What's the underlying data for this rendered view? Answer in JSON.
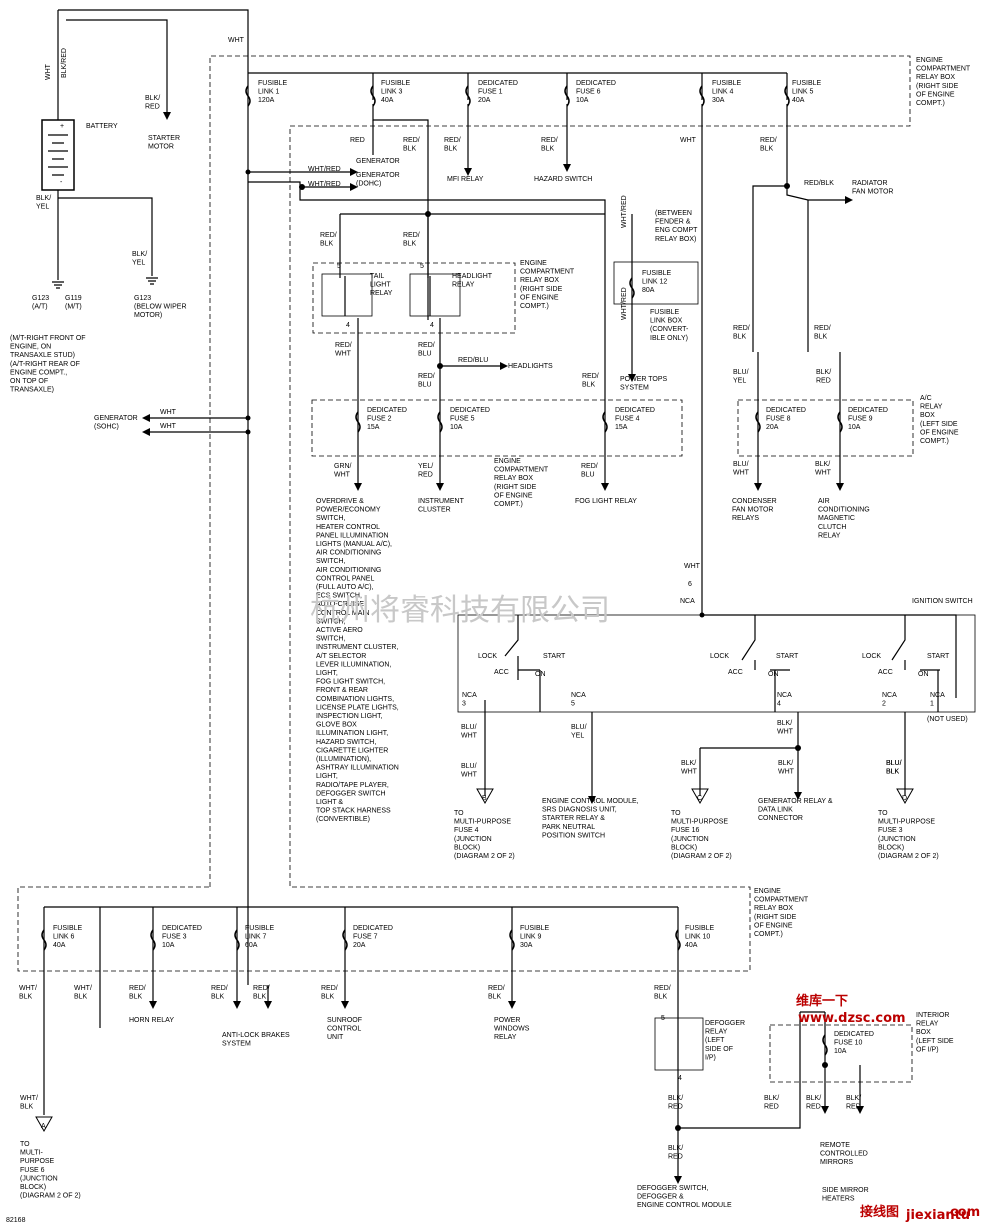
{
  "labels": {
    "wht_top": "WHT",
    "wht_left": "WHT",
    "blk_red_top": "BLK/RED",
    "battery": "BATTERY",
    "plus": "+",
    "minus": "-",
    "blk_red_starter": "BLK/\nRED",
    "starter_motor": "STARTER\nMOTOR",
    "blk_yel_batt": "BLK/\nYEL",
    "blk_yel_g123": "BLK/\nYEL",
    "g123_at": "G123\n(A/T)",
    "g119_mt": "G119\n(M/T)",
    "g123_below": "G123\n(BELOW WIPER\nMOTOR)",
    "ground_note": "(M/T-RIGHT FRONT OF\nENGINE, ON\nTRANSAXLE STUD)\n(A/T-RIGHT REAR OF\nENGINE COMPT.,\nON TOP OF\nTRANSAXLE)",
    "generator_sohc": "GENERATOR\n(SOHC)",
    "wht_gen1": "WHT",
    "wht_gen2": "WHT",
    "fusible_link1": "FUSIBLE\nLINK 1\n120A",
    "fusible_link3": "FUSIBLE\nLINK 3\n40A",
    "dedicated_fuse1": "DEDICATED\nFUSE 1\n20A",
    "dedicated_fuse6": "DEDICATED\nFUSE 6\n10A",
    "fusible_link4": "FUSIBLE\nLINK 4\n30A",
    "fusible_link5": "FUSIBLE\nLINK 5\n40A",
    "ecrb_top": "ENGINE\nCOMPARTMENT\nRELAY BOX\n(RIGHT SIDE\nOF ENGINE\nCOMPT.)",
    "red_gen": "RED",
    "red_blk_gen": "RED/\nBLK",
    "red_blk_mfi": "RED/\nBLK",
    "red_blk_hazard": "RED/\nBLK",
    "wht_f4": "WHT",
    "red_blk_fl5": "RED/\nBLK",
    "generator": "GENERATOR",
    "wht_red_gen": "WHT/RED",
    "generator_dohc": "GENERATOR\n(DOHC)",
    "wht_red_dohc": "WHT/RED",
    "mfi_relay": "MFI RELAY",
    "hazard_switch": "HAZARD SWITCH",
    "red_blk_rad": "RED/BLK",
    "radiator_fan": "RADIATOR\nFAN MOTOR",
    "between_fender": "(BETWEEN\nFENDER &\nENG COMPT\nRELAY BOX)",
    "wht_red_v": "WHT/RED",
    "fusible_link12": "FUSIBLE\nLINK 12\n80A",
    "fusible_link_box": "FUSIBLE\nLINK BOX\n(CONVERT-\nIBLE ONLY)",
    "wht_red_v2": "WHT/RED",
    "power_tops": "POWER TOPS\nSYSTEM",
    "red_blk_tail": "RED/\nBLK",
    "red_blk_head": "RED/\nBLK",
    "tail_light_relay": "TAIL\nLIGHT\nRELAY",
    "headlight_relay": "HEADLIGHT\nRELAY",
    "ecrb_mid": "ENGINE\nCOMPARTMENT\nRELAY BOX\n(RIGHT SIDE\nOF ENGINE\nCOMPT.)",
    "pin5a": "5",
    "pin4a": "4",
    "pin5b": "5",
    "pin4b": "4",
    "red_wht": "RED/\nWHT",
    "red_blu1": "RED/\nBLU",
    "red_blu_head": "RED/BLU",
    "headlights": "HEADLIGHTS",
    "red_blu2": "RED/\nBLU",
    "red_blk_f4": "RED/\nBLK",
    "dedicated_fuse2": "DEDICATED\nFUSE 2\n15A",
    "dedicated_fuse5": "DEDICATED\nFUSE 5\n10A",
    "dedicated_fuse4": "DEDICATED\nFUSE 4\n15A",
    "grn_wht": "GRN/\nWHT",
    "yel_red": "YEL/\nRED",
    "red_blu3": "RED/\nBLU",
    "instrument_cluster": "INSTRUMENT\nCLUSTER",
    "ecrb_mid2": "ENGINE\nCOMPARTMENT\nRELAY BOX\n(RIGHT SIDE\nOF ENGINE\nCOMPT.)",
    "fog_light_relay": "FOG LIGHT RELAY",
    "red_blk_cf": "RED/\nBLK",
    "red_blk_ac": "RED/\nBLK",
    "blu_yel": "BLU/\nYEL",
    "blk_red_ac": "BLK/\nRED",
    "dedicated_fuse8": "DEDICATED\nFUSE 8\n20A",
    "dedicated_fuse9": "DEDICATED\nFUSE 9\n10A",
    "ac_relay_box": "A/C\nRELAY\nBOX\n(LEFT SIDE\nOF ENGINE\nCOMPT.)",
    "blu_wht_cf": "BLU/\nWHT",
    "blk_wht_ac": "BLK/\nWHT",
    "condenser_fan": "CONDENSER\nFAN MOTOR\nRELAYS",
    "ac_clutch": "AIR\nCONDITIONING\nMAGNETIC\nCLUTCH\nRELAY",
    "overdrive_list": "OVERDRIVE &\nPOWER/ECONOMY\nSWITCH,\nHEATER CONTROL\nPANEL ILLUMINATION\nLIGHTS (MANUAL A/C),\nAIR CONDITIONING\nSWITCH,\nAIR CONDITIONING\nCONTROL PANEL\n(FULL AUTO A/C),\nECS SWITCH,\nAUTO-CRUISE\nCONTROL MAIN\nSWITCH,\nACTIVE AERO\nSWITCH,\nINSTRUMENT CLUSTER,\nA/T SELECTOR\nLEVER ILLUMINATION,\nLIGHT,\nFOG LIGHT SWITCH,\nFRONT & REAR\nCOMBINATION LIGHTS,\nLICENSE PLATE LIGHTS,\nINSPECTION LIGHT,\nGLOVE BOX\nILLUMINATION LIGHT,\nHAZARD SWITCH,\nCIGARETTE LIGHTER\n(ILLUMINATION),\nASHTRAY ILLUMINATION\nLIGHT,\nRADIO/TAPE PLAYER,\nDEFOGGER SWITCH\nLIGHT &\nTOP STACK HARNESS\n(CONVERTIBLE)",
    "wht_ign": "WHT",
    "pin6": "6",
    "nca_ign": "NCA",
    "ignition_switch": "IGNITION SWITCH",
    "lock1": "LOCK",
    "acc1": "ACC",
    "start1": "START",
    "on1": "ON",
    "lock2": "LOCK",
    "acc2": "ACC",
    "start2": "START",
    "on2": "ON",
    "lock3": "LOCK",
    "acc3": "ACC",
    "start3": "START",
    "on3": "ON",
    "nca3": "NCA\n3",
    "nca5": "NCA\n5",
    "nca4": "NCA\n4",
    "nca2": "NCA\n2",
    "nca1": "NCA\n1",
    "not_used": "(NOT USED)",
    "blu_wht1": "BLU/\nWHT",
    "blu_wht2": "BLU/\nWHT",
    "blu_yel_ign": "BLU/\nYEL",
    "blk_wht1": "BLK/\nWHT",
    "blk_wht2": "BLK/\nWHT",
    "blk_wht3": "BLK/\nWHT",
    "blu_blk1": "BLU/\nBLK",
    "blu_blk2": "BLU/\nBLK",
    "to_b": "TO\nMULTI-PURPOSE\nFUSE 4\n(JUNCTION\nBLOCK)\n(DIAGRAM 2 OF 2)",
    "ecm": "ENGINE CONTROL MODULE,\nSRS DIAGNOSIS UNIT,\nSTARTER RELAY &\nPARK NEUTRAL\nPOSITION SWITCH",
    "to_c": "TO\nMULTI-PURPOSE\nFUSE 16\n(JUNCTION\nBLOCK)\n(DIAGRAM 2 OF 2)",
    "gen_relay": "GENERATOR RELAY &\nDATA LINK\nCONNECTOR",
    "to_d": "TO\nMULTI-PURPOSE\nFUSE 3\n(JUNCTION\nBLOCK)\n(DIAGRAM 2 OF 2)",
    "conn_b": "B",
    "conn_c": "C",
    "conn_d": "D",
    "conn_a": "A",
    "ecrb_bot": "ENGINE\nCOMPARTMENT\nRELAY BOX\n(RIGHT SIDE\nOF ENGINE\nCOMPT.)",
    "fusible_link6": "FUSIBLE\nLINK 6\n40A",
    "dedicated_fuse3": "DEDICATED\nFUSE 3\n10A",
    "fusible_link7": "FUSIBLE\nLINK 7\n60A",
    "dedicated_fuse7": "DEDICATED\nFUSE 7\n20A",
    "fusible_link9": "FUSIBLE\nLINK 9\n30A",
    "fusible_link10": "FUSIBLE\nLINK 10\n40A",
    "wht_blk1": "WHT/\nBLK",
    "wht_blk2": "WHT/\nBLK",
    "red_blk_horn": "RED/\nBLK",
    "red_blk_abs1": "RED/\nBLK",
    "red_blk_abs2": "RED/\nBLK",
    "red_blk_sun": "RED/\nBLK",
    "red_blk_pw": "RED/\nBLK",
    "red_blk_def": "RED/\nBLK",
    "horn_relay": "HORN RELAY",
    "abs": "ANTI-LOCK BRAKES\nSYSTEM",
    "sunroof": "SUNROOF\nCONTROL\nUNIT",
    "power_windows": "POWER\nWINDOWS\nRELAY",
    "defogger_relay": "DEFOGGER\nRELAY\n(LEFT\nSIDE OF\nI/P)",
    "pin5c": "5",
    "pin4c": "4",
    "blk_red_d1": "BLK/\nRED",
    "blk_red_d2": "BLK/\nRED",
    "defogger_switch": "DEFOGGER SWITCH,\nDEFOGGER &\nENGINE CONTROL MODULE",
    "blk_red_irb": "BLK/\nRED",
    "dedicated_fuse10": "DEDICATED\nFUSE 10\n10A",
    "interior_relay_box": "INTERIOR\nRELAY\nBOX\n(LEFT SIDE\nOF I/P)",
    "blk_red_m1": "BLK/\nRED",
    "blk_red_m2": "BLK/\nRED",
    "remote_mirrors": "REMOTE\nCONTROLLED\nMIRRORS",
    "side_mirror": "SIDE MIRROR\nHEATERS",
    "wht_blk3": "WHT/\nBLK",
    "to_a": "TO\nMULTI-\nPURPOSE\nFUSE 6\n(JUNCTION\nBLOCK)\n(DIAGRAM 2 OF 2)",
    "fig_id": "82168",
    "watermark": "杭州将睿科技有限公司",
    "logo1": "维库一下",
    "logo_url": "www.dzsc.com",
    "logo2": "接线图",
    "logo2_url": "jiexiantu",
    "logo2_com": ".com"
  }
}
